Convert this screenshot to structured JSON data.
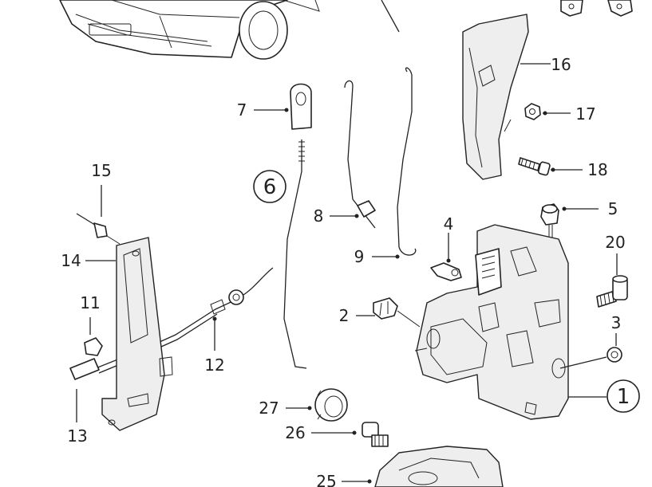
{
  "callouts": {
    "c1": "1",
    "c2": "2",
    "c3": "3",
    "c4": "4",
    "c5": "5",
    "c6": "6",
    "c7": "7",
    "c8": "8",
    "c9": "9",
    "c11": "11",
    "c12": "12",
    "c13": "13",
    "c14": "14",
    "c15": "15",
    "c16": "16",
    "c17": "17",
    "c18": "18",
    "c20": "20",
    "c25": "25",
    "c26": "26",
    "c27": "27"
  }
}
